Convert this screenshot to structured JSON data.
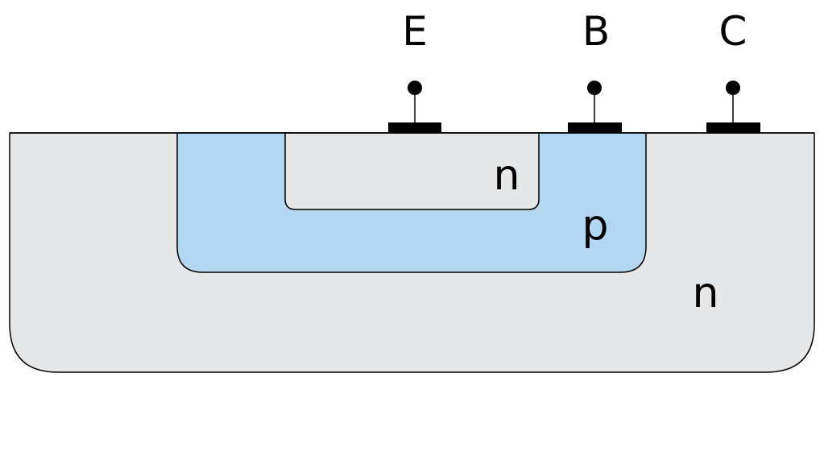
{
  "colors": {
    "background": "#ffffff",
    "n_region": "#e6e7e8",
    "p_region": "#b3d7f0",
    "outline": "#000000",
    "contact": "#000000"
  },
  "terminals": [
    {
      "id": "emitter",
      "label": "E"
    },
    {
      "id": "base",
      "label": "B"
    },
    {
      "id": "collector",
      "label": "C"
    }
  ],
  "regions": {
    "emitter_region": {
      "label": "n"
    },
    "base_region": {
      "label": "p"
    },
    "collector_region": {
      "label": "n"
    }
  }
}
